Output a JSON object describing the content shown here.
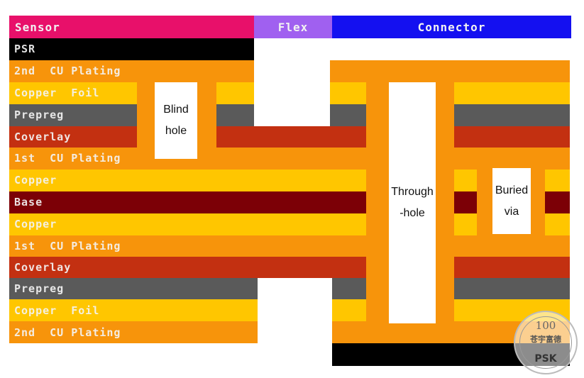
{
  "colors": {
    "sensor": "#e8106a",
    "flex": "#a060f0",
    "connector": "#1410f0",
    "psr": "#000000",
    "plating": "#f7940b",
    "copper": "#ffc600",
    "prepreg": "#5a5a5a",
    "coverlay": "#c33011",
    "base": "#7c0006",
    "label_text": "#f4f4f4"
  },
  "header": {
    "sensor": "Sensor",
    "flex": "Flex",
    "connector": "Connector"
  },
  "layers": [
    "PSR",
    "2nd  CU Plating",
    "Copper  Foil",
    "Prepreg",
    "Coverlay",
    "1st  CU Plating",
    "Copper",
    "Base",
    "Copper",
    "1st  CU Plating",
    "Coverlay",
    "Prepreg",
    "Copper  Foil",
    "2nd  CU Plating"
  ],
  "holes": {
    "blind": [
      "Blind",
      "hole"
    ],
    "through": [
      "Through",
      "-hole"
    ],
    "buried": [
      "Buried",
      "via"
    ]
  },
  "watermark": {
    "top": "100",
    "middle": "苍宇富德",
    "bottom": "PSK",
    "icon": "company-seal-icon"
  }
}
